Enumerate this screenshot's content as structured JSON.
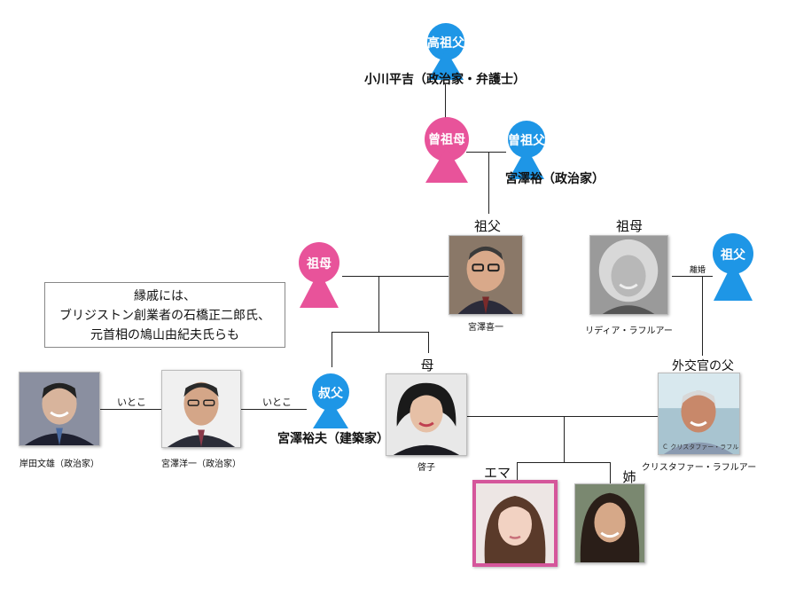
{
  "colors": {
    "male": "#1e96e6",
    "female": "#e8539a",
    "emma_border": "#d5569b"
  },
  "great_great_grandfather": {
    "icon_label": "高祖父",
    "name": "小川平吉（政治家・弁護士）"
  },
  "great_grandmother": {
    "icon_label": "曾祖母"
  },
  "great_grandfather": {
    "icon_label": "曽祖父",
    "name": "宮澤裕",
    "role": "（政治家）"
  },
  "paternal_grandfather": {
    "title": "祖父",
    "caption": "宮澤喜一"
  },
  "paternal_grandmother": {
    "icon_label": "祖母"
  },
  "maternal_grandmother": {
    "title": "祖母",
    "caption": "リディア・ラフルアー"
  },
  "maternal_grandfather": {
    "icon_label": "祖父"
  },
  "divorce_label": "離婚",
  "note": {
    "lines": [
      "縁戚には、",
      "ブリジストン創業者の石橋正二郎氏、",
      "元首相の鳩山由紀夫氏らも"
    ]
  },
  "kishida": {
    "caption": "岸田文雄（政治家）"
  },
  "yoichi": {
    "caption": "宮澤洋一（政治家）"
  },
  "cousin_label_1": "いとこ",
  "cousin_label_2": "いとこ",
  "uncle": {
    "icon_label": "叔父",
    "name": "宮澤裕夫（建築家）"
  },
  "mother": {
    "title": "母",
    "caption": "啓子"
  },
  "father": {
    "title": "外交官の父",
    "caption": "クリスタファー・ラフルアー",
    "photo_text": "Ｃ クリスタファー・ラフルアー"
  },
  "emma": {
    "title": "エマ"
  },
  "sister": {
    "title": "姉"
  }
}
